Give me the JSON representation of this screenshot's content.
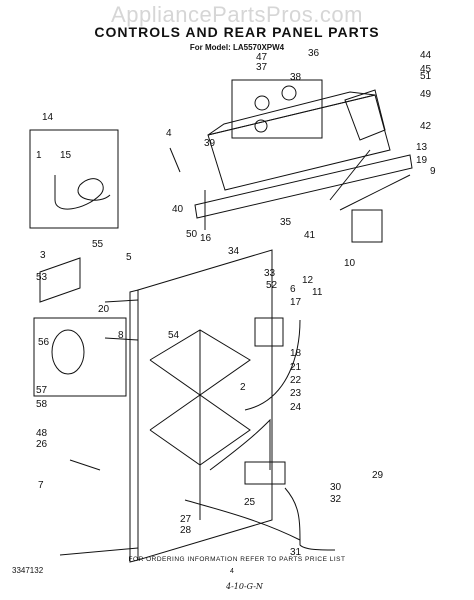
{
  "watermark": "AppliancePartsPros.com",
  "title": "CONTROLS AND REAR PANEL PARTS",
  "model_line": "For Model: LA5570XPW4",
  "footer_note": "FOR ORDERING INFORMATION REFER TO PARTS PRICE LIST",
  "document_number": "3347132",
  "page_number": "4",
  "handwritten_mark": "4-10-G-N",
  "callouts": [
    "1",
    "2",
    "3",
    "4",
    "5",
    "6",
    "7",
    "8",
    "9",
    "10",
    "11",
    "12",
    "13",
    "14",
    "15",
    "16",
    "17",
    "18",
    "19",
    "20",
    "21",
    "22",
    "23",
    "24",
    "25",
    "26",
    "27",
    "28",
    "29",
    "30",
    "31",
    "32",
    "33",
    "34",
    "35",
    "36",
    "37",
    "38",
    "39",
    "40",
    "41",
    "42",
    "44",
    "45",
    "47",
    "48",
    "49",
    "50",
    "51",
    "52",
    "53",
    "54",
    "55",
    "56",
    "57",
    "58"
  ]
}
